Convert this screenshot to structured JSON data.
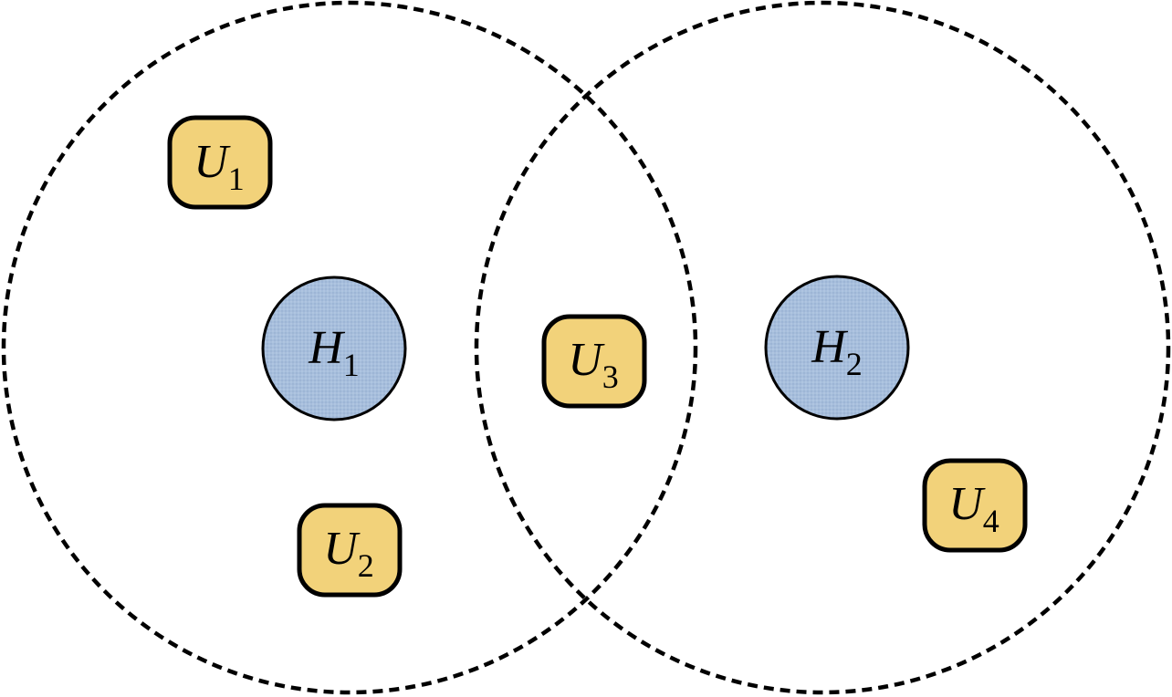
{
  "colors": {
    "hub_fill": "#a7bedc",
    "user_fill": "#f2d27a",
    "stroke": "#000000",
    "background": "#ffffff"
  },
  "hubs": [
    {
      "name": "H",
      "sub": "1"
    },
    {
      "name": "H",
      "sub": "2"
    }
  ],
  "users": [
    {
      "name": "U",
      "sub": "1"
    },
    {
      "name": "U",
      "sub": "2"
    },
    {
      "name": "U",
      "sub": "3"
    },
    {
      "name": "U",
      "sub": "4"
    }
  ]
}
